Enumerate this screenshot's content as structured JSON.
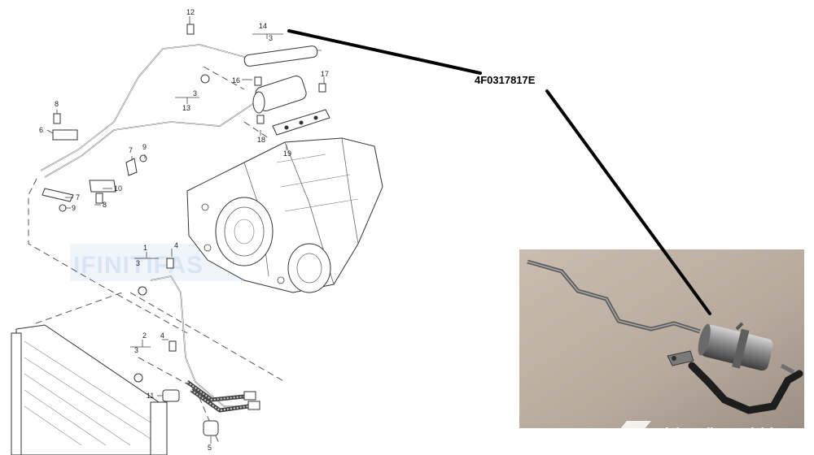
{
  "part_number": "4F0317817E",
  "callouts": {
    "c1": "1",
    "c2": "2",
    "c3a": "3",
    "c3b": "3",
    "c3c": "3",
    "c3d": "3",
    "c4a": "4",
    "c4b": "4",
    "c5": "5",
    "c6": "6",
    "c7a": "7",
    "c7b": "7",
    "c8a": "8",
    "c8b": "8",
    "c9a": "9",
    "c9b": "9",
    "c10": "10",
    "c11": "11",
    "c12": "12",
    "c13": "13",
    "c14": "14",
    "c16": "16",
    "c17": "17",
    "c18": "18",
    "c19": "19"
  },
  "watermark": {
    "text": "IFINITIFAS"
  },
  "branding": {
    "name": "Club Audisport Ibérica",
    "url": "www.audisport-iberica.com"
  },
  "colors": {
    "line": "#555555",
    "leader": "#000000",
    "photo_bg": "#b7aa9d",
    "watermark": "#c7d8ef"
  }
}
